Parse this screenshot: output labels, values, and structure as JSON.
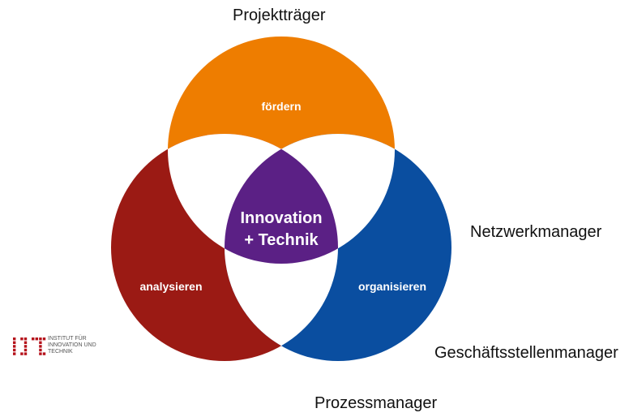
{
  "roles": {
    "top": "Projektträger",
    "right": "Netzwerkmanager",
    "bottom_right": "Geschäftsstellenmanager",
    "bottom": "Prozessmanager"
  },
  "circles": {
    "top": {
      "label": "fördern",
      "color": "#ee7d00"
    },
    "left": {
      "label": "analysieren",
      "color": "#9b1a14"
    },
    "right": {
      "label": "organisieren",
      "color": "#0a4ea0"
    }
  },
  "center": {
    "line1": "Innovation",
    "line2": "+ Technik",
    "color": "#5b2085"
  },
  "logo": {
    "lines": [
      "INSTITUT FÜR",
      "INNOVATION UND",
      "TECHNIK"
    ],
    "color": "#b5121b"
  }
}
